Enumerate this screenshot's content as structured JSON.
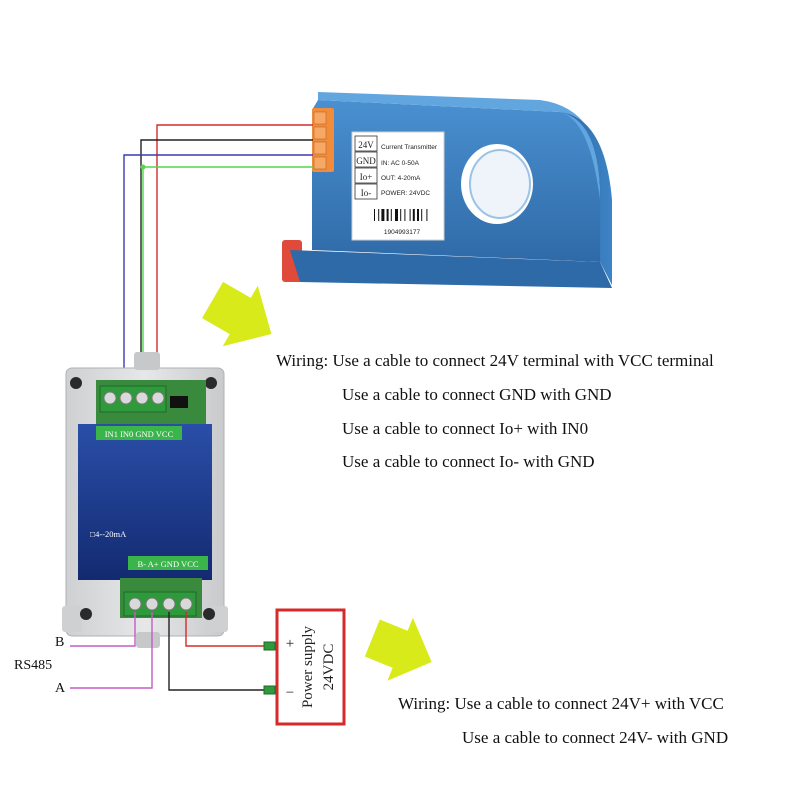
{
  "transmitter": {
    "terminals": [
      "24V",
      "GND",
      "Io+",
      "Io-"
    ],
    "title": "Current Transmitter",
    "spec_in": "IN: AC 0-50A",
    "spec_out": "OUT: 4-20mA",
    "spec_power": "POWER: 24VDC",
    "serial": "1904993177"
  },
  "module": {
    "top_label": "IN1 IN0 GND VCC",
    "mode_label": "□4--20mA",
    "bottom_label": "B-  A+ GND VCC"
  },
  "wiring_top": [
    "Wiring: Use a cable to connect 24V terminal with VCC terminal",
    "Use a cable to connect GND with GND",
    "Use a cable to connect Io+ with IN0",
    "Use a cable to connect  Io- with GND"
  ],
  "power_supply": {
    "line1": "Power supply",
    "line2": "24VDC",
    "plus": "+",
    "minus": "−"
  },
  "rs485": {
    "label": "RS485",
    "b": "B",
    "a": "A"
  },
  "wiring_bottom": [
    "Wiring: Use a cable to connect 24V+  with VCC",
    "Use a cable to connect 24V-  with GND"
  ],
  "colors": {
    "wire_red": "#d62a2a",
    "wire_black": "#222222",
    "wire_green": "#56d64c",
    "wire_blue": "#3a3ab0",
    "wire_pink": "#c65bc6",
    "transmitter_blue": "#3a7fbf",
    "terminal_orange": "#f08c3c",
    "module_navy": "#1f3a8f",
    "label_green": "#39b54a",
    "arrow_yellow": "#d8ea1a",
    "power_box": "#d62a2a"
  }
}
